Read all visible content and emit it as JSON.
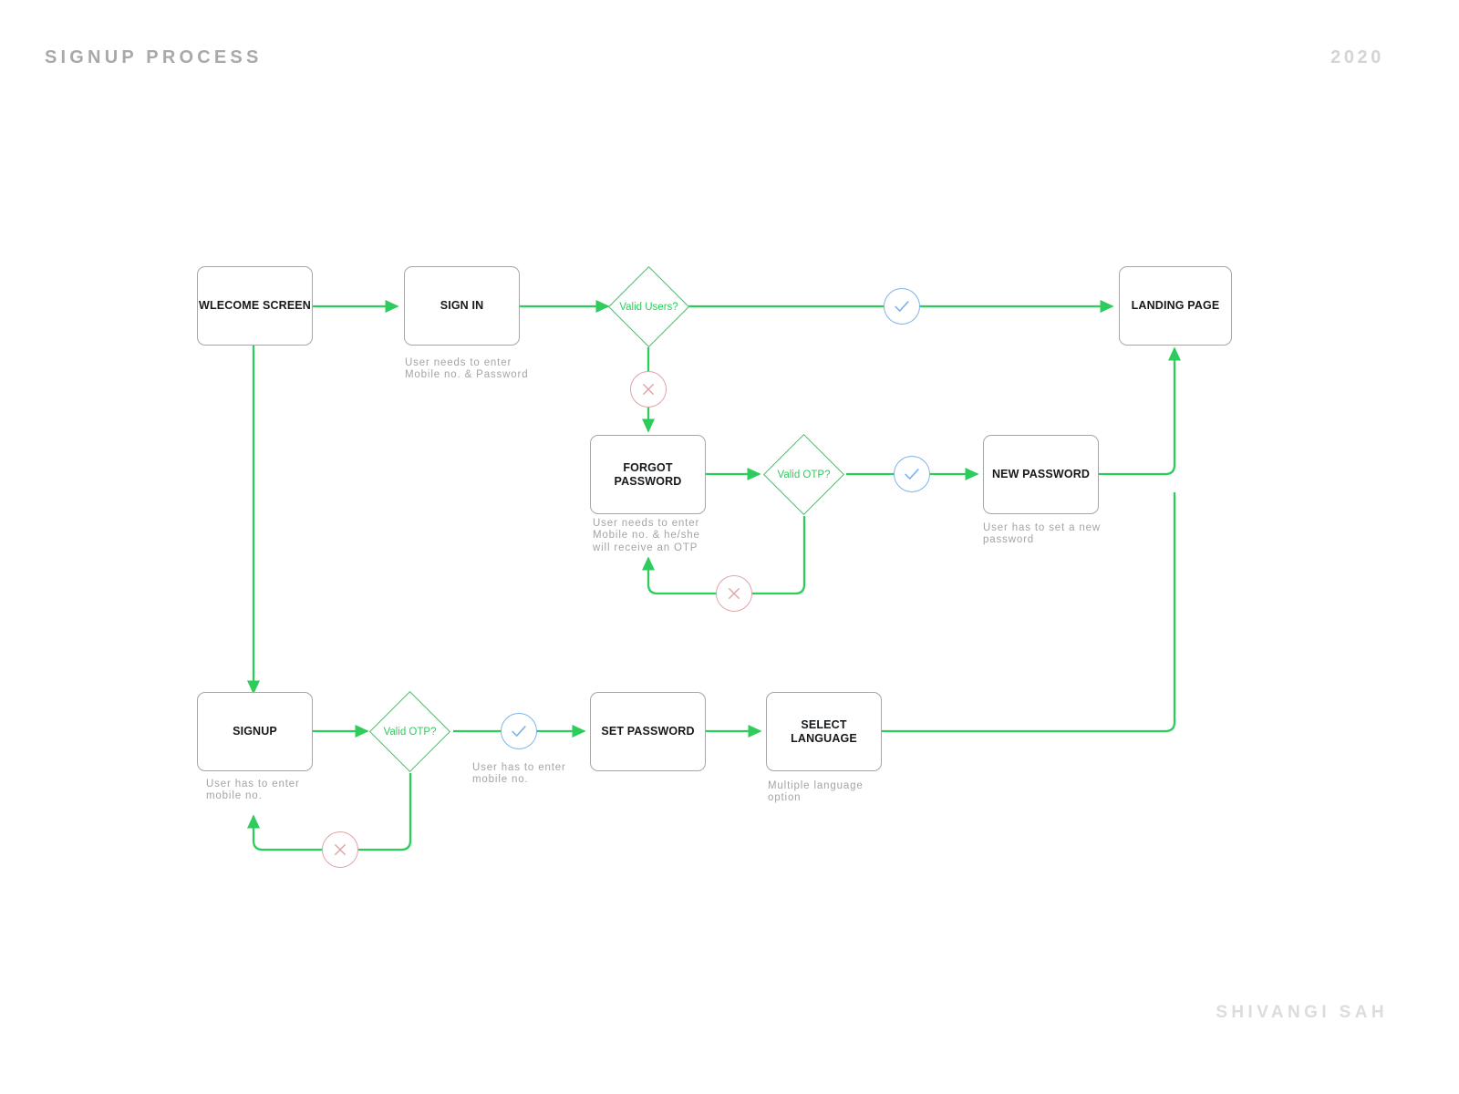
{
  "header": {
    "title": "SIGNUP PROCESS",
    "year": "2020"
  },
  "footer": {
    "credit": "SHIVANGI SAH"
  },
  "theme": {
    "flow_green": "#2ecc5d",
    "box_border": "#a6a6a6",
    "box_text": "#16191c",
    "annotation_gray": "#a4a4a4",
    "check_blue": "#7fb4ea",
    "cross_red": "#e0a3a7",
    "title_gray": "#a9a9a9"
  },
  "diagram": {
    "type": "flowchart",
    "nodes": [
      {
        "id": "welcome",
        "kind": "process",
        "label": "WLECOME SCREEN"
      },
      {
        "id": "signin",
        "kind": "process",
        "label": "SIGN IN"
      },
      {
        "id": "valid_users",
        "kind": "decision",
        "label": "Valid Users?"
      },
      {
        "id": "landing",
        "kind": "process",
        "label": "LANDING PAGE"
      },
      {
        "id": "forgot",
        "kind": "process",
        "label": "FORGOT PASSWORD"
      },
      {
        "id": "valid_otp_1",
        "kind": "decision",
        "label": "Valid OTP?"
      },
      {
        "id": "newpass",
        "kind": "process",
        "label": "NEW PASSWORD"
      },
      {
        "id": "signup",
        "kind": "process",
        "label": "SIGNUP"
      },
      {
        "id": "valid_otp_2",
        "kind": "decision",
        "label": "Valid OTP?"
      },
      {
        "id": "setpass",
        "kind": "process",
        "label": "SET PASSWORD"
      },
      {
        "id": "selectlang",
        "kind": "process",
        "label": "SELECT LANGUAGE"
      }
    ],
    "markers": [
      {
        "id": "m-yes-signin",
        "icon": "check-circle-icon",
        "meaning": "yes"
      },
      {
        "id": "m-no-signin",
        "icon": "cross-circle-icon",
        "meaning": "no"
      },
      {
        "id": "m-yes-otp1",
        "icon": "check-circle-icon",
        "meaning": "yes"
      },
      {
        "id": "m-no-otp1",
        "icon": "cross-circle-icon",
        "meaning": "no"
      },
      {
        "id": "m-yes-otp2",
        "icon": "check-circle-icon",
        "meaning": "yes"
      },
      {
        "id": "m-no-otp2",
        "icon": "cross-circle-icon",
        "meaning": "no"
      }
    ],
    "annotations": [
      {
        "id": "ann-signin",
        "text": "User needs to enter\nMobile no. & Password"
      },
      {
        "id": "ann-forgot",
        "text": "User needs to enter\nMobile no. & he/she\nwill receive an OTP"
      },
      {
        "id": "ann-newpass",
        "text": "User has to set a new\npassword"
      },
      {
        "id": "ann-signup",
        "text": "User has to enter\nmobile no."
      },
      {
        "id": "ann-setpass",
        "text": "User has to enter\nmobile no."
      },
      {
        "id": "ann-selectlang",
        "text": "Multiple language\noption"
      }
    ],
    "edges": [
      {
        "from": "welcome",
        "to": "signin"
      },
      {
        "from": "welcome",
        "to": "signup"
      },
      {
        "from": "signin",
        "to": "valid_users"
      },
      {
        "from": "valid_users",
        "to": "landing",
        "condition": "yes"
      },
      {
        "from": "valid_users",
        "to": "forgot",
        "condition": "no"
      },
      {
        "from": "forgot",
        "to": "valid_otp_1"
      },
      {
        "from": "valid_otp_1",
        "to": "newpass",
        "condition": "yes"
      },
      {
        "from": "valid_otp_1",
        "to": "forgot",
        "condition": "no"
      },
      {
        "from": "newpass",
        "to": "landing"
      },
      {
        "from": "signup",
        "to": "valid_otp_2"
      },
      {
        "from": "valid_otp_2",
        "to": "setpass",
        "condition": "yes"
      },
      {
        "from": "valid_otp_2",
        "to": "signup",
        "condition": "no"
      },
      {
        "from": "setpass",
        "to": "selectlang"
      },
      {
        "from": "selectlang",
        "to": "landing"
      }
    ]
  }
}
